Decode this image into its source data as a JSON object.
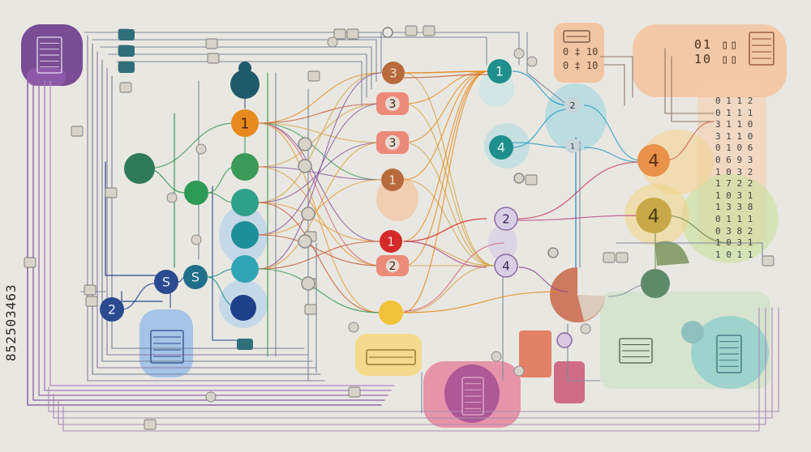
{
  "stock_id": "852503463",
  "binary_digits": [
    "0 1 1 2",
    "0 1 1 1",
    "3 1 1 0",
    "3 1 1 0",
    "0 1 0 6",
    "0 6 9 3",
    "1 0 3 2",
    "1 7 2 2",
    "1 0 3 1",
    "1 3 3 8",
    "0 1 1 1",
    "0 3 8 2",
    "1 0 3 1",
    "1 0 1 1"
  ],
  "panel_a_digits": [
    "0 ‡ 10",
    "0 ‡ 10"
  ],
  "panel_b_digits": [
    "01 ▯▯",
    "10 ▯▯"
  ],
  "node_labels": {
    "n-left-2": "2",
    "n-s-1": "S",
    "n-s-2": "S",
    "n-orange-1": "1",
    "n-brown-top": "3",
    "n-salmon-1": "3",
    "n-salmon-2": "3",
    "n-brown-1": "1",
    "n-red-1": "1",
    "n-salmon-3": "2",
    "n-teal-top": "1",
    "n-teal-mid": "4",
    "n-lav-1": "2",
    "n-lav-2": "4",
    "n-orange-r": "4",
    "n-olive-r": "4",
    "n-mini-1": "2",
    "n-mini-2": "1"
  },
  "colors": {
    "background": "#e9e7e1",
    "purple": "#6d3a8c",
    "navy": "#2b4a8f",
    "teal": "#1e8f8c",
    "green": "#3b9a57",
    "orange": "#e68a1e",
    "salmon": "#ec8a7a",
    "brown": "#b86a3c",
    "red": "#d42a2a",
    "yellow": "#f0c23a",
    "lavender": "#d8cfe6",
    "peach": "#f6b98a",
    "sage": "#cfe2c9",
    "magenta": "#c8486a"
  }
}
